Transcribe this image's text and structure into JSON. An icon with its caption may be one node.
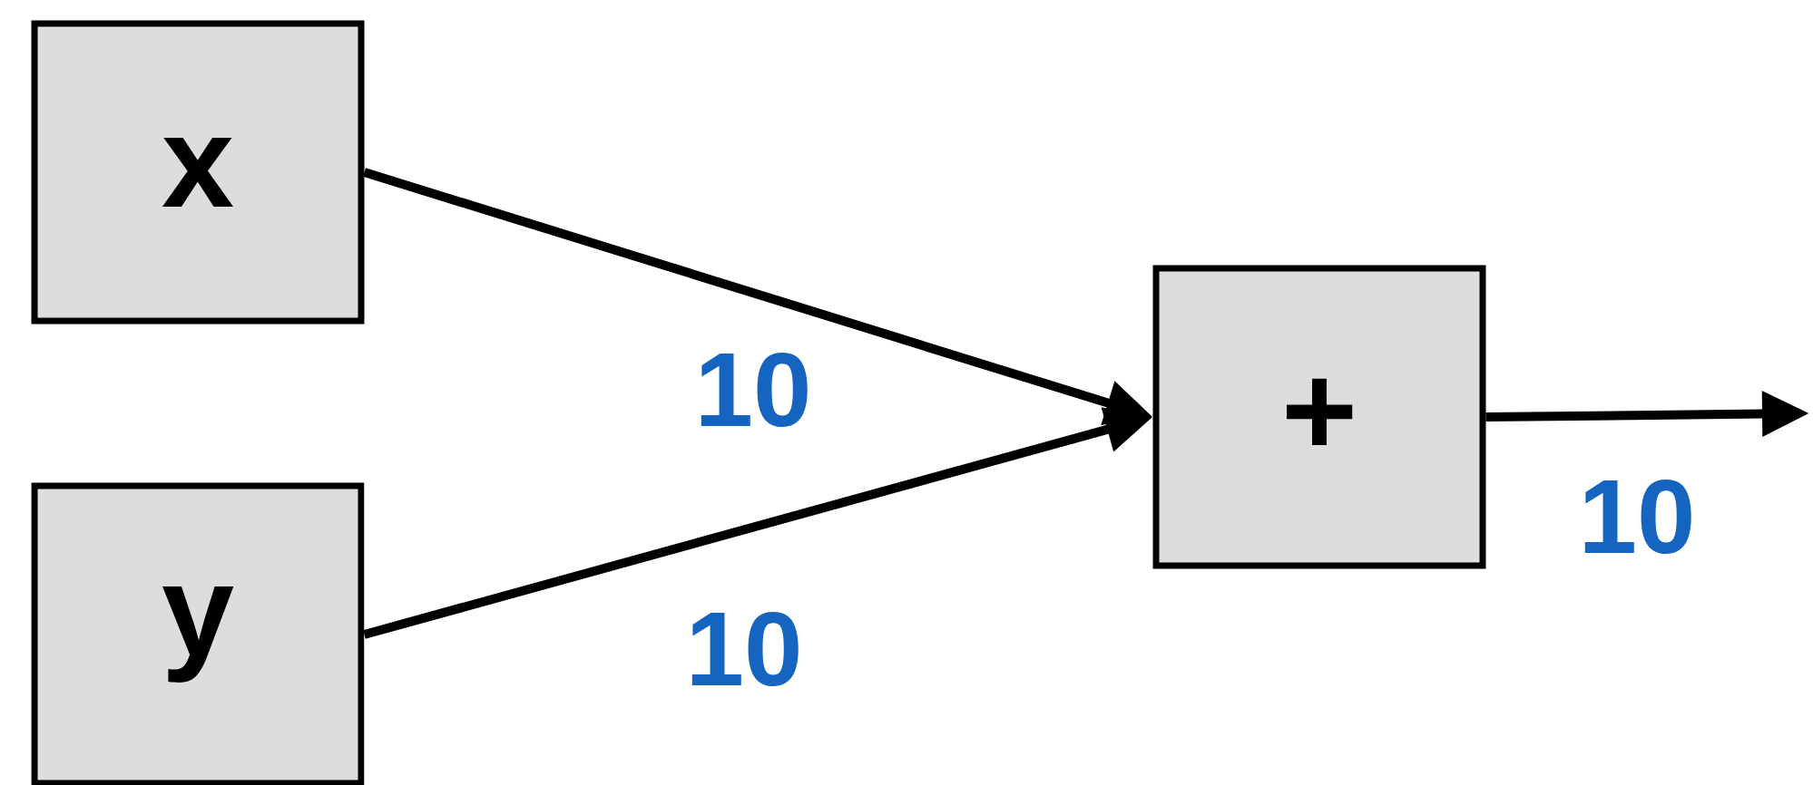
{
  "diagram": {
    "nodes": [
      {
        "text": [
          "x"
        ]
      },
      {
        "text": [
          "y"
        ]
      },
      {
        "text": [
          "+"
        ]
      }
    ],
    "edges": [
      {
        "from": 0,
        "to": 2,
        "arrow": "to",
        "label": "10"
      },
      {
        "from": 1,
        "to": 2,
        "arrow": "to",
        "label": "10"
      },
      {
        "from": 2,
        "to": null,
        "arrow": "to",
        "label": "10"
      }
    ]
  }
}
